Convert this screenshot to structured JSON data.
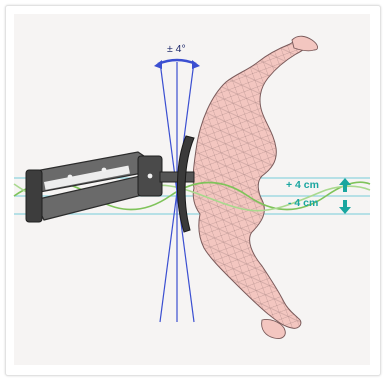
{
  "annotations": {
    "angle_label": "± 4°",
    "up_label": "+ 4 cm",
    "down_label": "- 4 cm"
  },
  "colors": {
    "background": "#f6f4f3",
    "axis_blue": "#3b4fd1",
    "guide_cyan": "#8fd4de",
    "wave_green": "#7fc35a",
    "body_pink": "#f3c6c0",
    "mesh_line": "#8a6b6b",
    "device_dark": "#3d3d3d",
    "label_teal": "#1aa6a0"
  },
  "icons": {
    "up": "arrow-up-icon",
    "down": "arrow-down-icon",
    "rotation": "rotation-arc-icon"
  }
}
